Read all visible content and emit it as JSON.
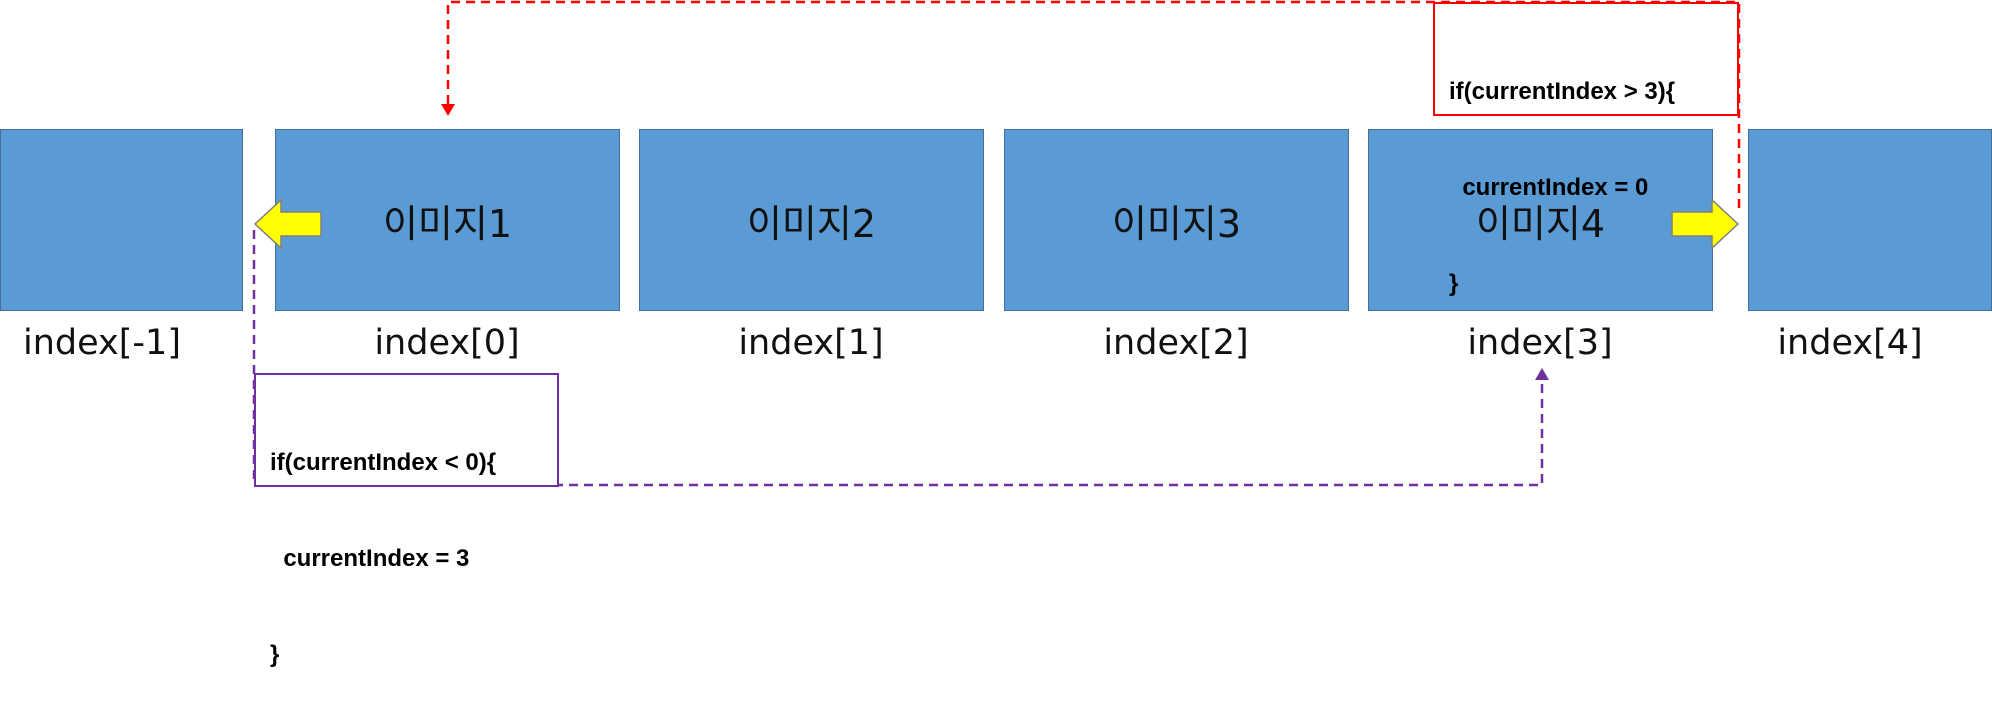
{
  "slides": [
    {
      "text": "",
      "index_label": "index[-1]"
    },
    {
      "text": "이미지1",
      "index_label": "index[0]"
    },
    {
      "text": "이미지2",
      "index_label": "index[1]"
    },
    {
      "text": "이미지3",
      "index_label": "index[2]"
    },
    {
      "text": "이미지4",
      "index_label": "index[3]"
    },
    {
      "text": "",
      "index_label": "index[4]"
    }
  ],
  "wrap_forward_code": {
    "line1": "if(currentIndex > 3){",
    "line2": "  currentIndex = 0",
    "line3": "}",
    "border_color": "#ff0000"
  },
  "wrap_backward_code": {
    "line1": "if(currentIndex < 0){",
    "line2": "  currentIndex = 3",
    "line3": "}",
    "border_color": "#7030a0"
  },
  "colors": {
    "slide_fill": "#5b9bd5",
    "slide_border": "#41719c",
    "arrow_fill": "#ffff00",
    "forward_line": "#ff0000",
    "backward_line": "#7030a0"
  }
}
